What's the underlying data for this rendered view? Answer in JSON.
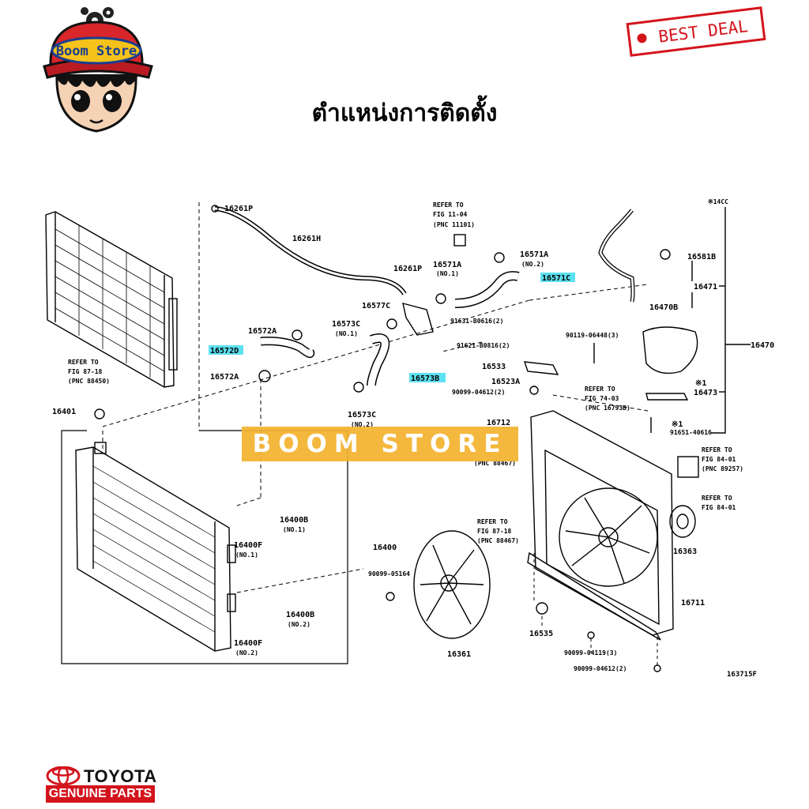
{
  "store": {
    "logo_text": "Boom Store",
    "badge": "BEST DEAL",
    "watermark": "BOOM STORE"
  },
  "title": "ตำแหน่งการติดตั้ง",
  "diagram": {
    "code": "163715F",
    "note": "※14CC",
    "callouts": [
      {
        "id": "c01",
        "text": "16261P"
      },
      {
        "id": "c02",
        "text": "16261H"
      },
      {
        "id": "c03",
        "text": "16261P"
      },
      {
        "id": "c04",
        "text": "REFER TO"
      },
      {
        "id": "c05",
        "text": "FIG 11-04"
      },
      {
        "id": "c06",
        "text": "(PNC 11101)"
      },
      {
        "id": "c07",
        "text": "16571A"
      },
      {
        "id": "c08",
        "text": "(NO.2)"
      },
      {
        "id": "c09",
        "text": "16571A"
      },
      {
        "id": "c10",
        "text": "(NO.1)"
      },
      {
        "id": "c11",
        "text": "16571C"
      },
      {
        "id": "c12",
        "text": "16577C"
      },
      {
        "id": "c13",
        "text": "91631-B0616(2)"
      },
      {
        "id": "c14",
        "text": "16573C"
      },
      {
        "id": "c15",
        "text": "(NO.1)"
      },
      {
        "id": "c16",
        "text": "91621-B0816(2)"
      },
      {
        "id": "c17",
        "text": "16572A"
      },
      {
        "id": "c18",
        "text": "16572D"
      },
      {
        "id": "c19",
        "text": "16572A"
      },
      {
        "id": "c20",
        "text": "16573B"
      },
      {
        "id": "c21",
        "text": "16573C"
      },
      {
        "id": "c22",
        "text": "(NO.2)"
      },
      {
        "id": "c23",
        "text": "REFER TO"
      },
      {
        "id": "c24",
        "text": "FIG 87-18"
      },
      {
        "id": "c25",
        "text": "(PNC 88450)"
      },
      {
        "id": "c26",
        "text": "16401"
      },
      {
        "id": "c27",
        "text": "16581B"
      },
      {
        "id": "c28",
        "text": "16471"
      },
      {
        "id": "c29",
        "text": "16470B"
      },
      {
        "id": "c30",
        "text": "90119-06448(3)"
      },
      {
        "id": "c31",
        "text": "16470"
      },
      {
        "id": "c32",
        "text": "16533"
      },
      {
        "id": "c33",
        "text": "16523A"
      },
      {
        "id": "c34",
        "text": "90099-04612(2)"
      },
      {
        "id": "c35",
        "text": "※1"
      },
      {
        "id": "c36",
        "text": "16473"
      },
      {
        "id": "c37",
        "text": "REFER TO"
      },
      {
        "id": "c38",
        "text": "FIG 74-03"
      },
      {
        "id": "c39",
        "text": "(PNC 16793B)"
      },
      {
        "id": "c40",
        "text": "16712"
      },
      {
        "id": "c41",
        "text": "※1"
      },
      {
        "id": "c42",
        "text": "91651-40616"
      },
      {
        "id": "c43",
        "text": "(PNC 88467)"
      },
      {
        "id": "c44",
        "text": "REFER TO"
      },
      {
        "id": "c45",
        "text": "FIG 84-01"
      },
      {
        "id": "c46",
        "text": "(PNC 89257)"
      },
      {
        "id": "c47",
        "text": "REFER TO"
      },
      {
        "id": "c48",
        "text": "FIG 84-01"
      },
      {
        "id": "c49",
        "text": "16400B"
      },
      {
        "id": "c50",
        "text": "(NO.1)"
      },
      {
        "id": "c51",
        "text": "16400F"
      },
      {
        "id": "c52",
        "text": "(NO.1)"
      },
      {
        "id": "c53",
        "text": "16400"
      },
      {
        "id": "c54",
        "text": "REFER TO"
      },
      {
        "id": "c55",
        "text": "FIG 87-18"
      },
      {
        "id": "c56",
        "text": "(PNC 88467)"
      },
      {
        "id": "c57",
        "text": "16363"
      },
      {
        "id": "c58",
        "text": "90099-05164"
      },
      {
        "id": "c59",
        "text": "16711"
      },
      {
        "id": "c60",
        "text": "16400B"
      },
      {
        "id": "c61",
        "text": "(NO.2)"
      },
      {
        "id": "c62",
        "text": "16400F"
      },
      {
        "id": "c63",
        "text": "(NO.2)"
      },
      {
        "id": "c64",
        "text": "16535"
      },
      {
        "id": "c65",
        "text": "90099-04119(3)"
      },
      {
        "id": "c66",
        "text": "16361"
      },
      {
        "id": "c67",
        "text": "90099-04612(2)"
      }
    ]
  },
  "footer": {
    "brand": "TOYOTA",
    "tagline": "GENUINE PARTS"
  },
  "colors": {
    "highlight": "#5ce1f0",
    "badge_red": "#d3141c",
    "watermark": "#f4b22e"
  }
}
